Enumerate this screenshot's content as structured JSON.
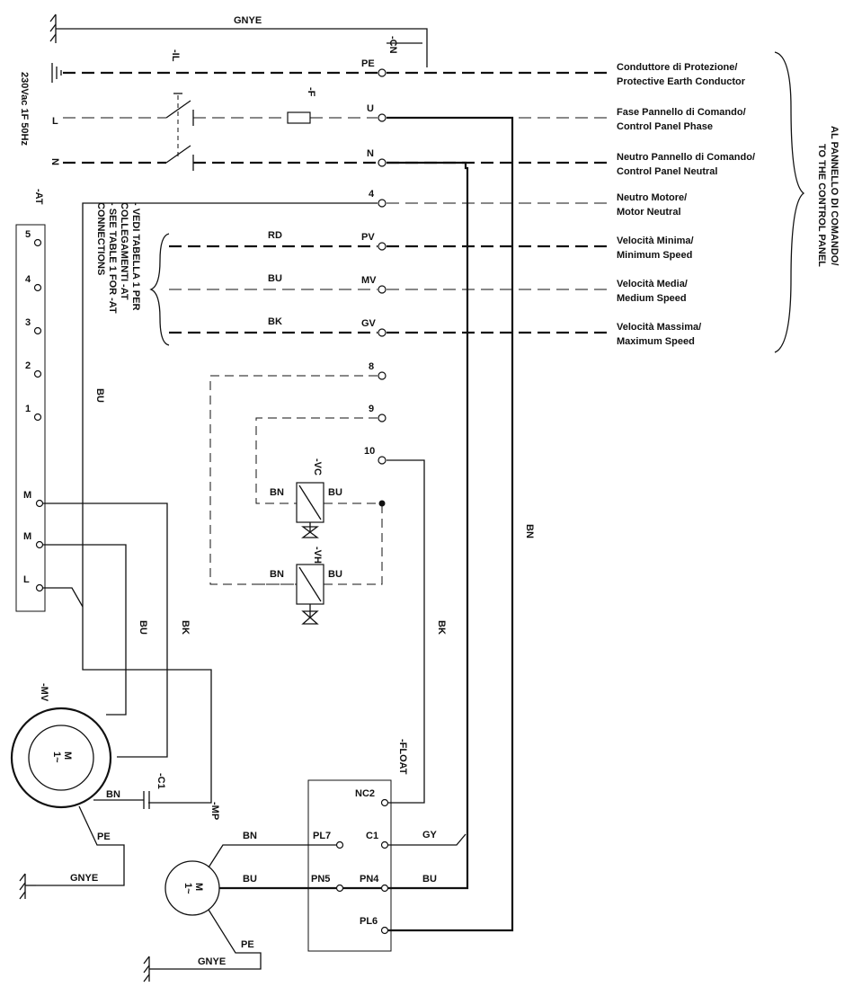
{
  "supply": "230Vac 1F 50Hz",
  "to_panel": [
    "AL PANNELLO DI COMANDO/",
    "TO THE CONTROL PANEL"
  ],
  "components": {
    "cn": "-CN",
    "il": "-IL",
    "f": "-F",
    "at": "-AT",
    "mv": "-MV",
    "c1": "-C1",
    "mp": "-MP",
    "float": "-FLOAT",
    "vc": "-VC",
    "vh": "-VH",
    "motor": "M",
    "phase": "1~"
  },
  "supply_lines": {
    "ground": "",
    "l": "L",
    "n": "N"
  },
  "terminals": [
    "PE",
    "U",
    "N",
    "4",
    "PV",
    "MV",
    "GV",
    "8",
    "9",
    "10"
  ],
  "descriptions": [
    [
      "Conduttore di Protezione/",
      "Protective Earth Conductor"
    ],
    [
      "Fase Pannello di Comando/",
      "Control Panel Phase"
    ],
    [
      "Neutro Pannello di Comando/",
      "Control Panel Neutral"
    ],
    [
      "Neutro Motore/",
      "Motor Neutral"
    ],
    [
      "Velocità Minima/",
      "Minimum Speed"
    ],
    [
      "Velocità Media/",
      "Medium Speed"
    ],
    [
      "Velocità Massima/",
      "Maximum Speed"
    ]
  ],
  "note": [
    "- VEDI TABELLA 1 PER",
    "COLLEGAMENTI -AT",
    "- SEE TABLE 1 FOR -AT",
    "CONNECTIONS"
  ],
  "at_terminals": [
    "5",
    "4",
    "3",
    "2",
    "1",
    "M",
    "M",
    "L"
  ],
  "float_terminals": [
    "NC2",
    "C1",
    "PL7",
    "PN5",
    "PN4",
    "PL6"
  ],
  "wire_colors": {
    "gnye": "GNYE",
    "rd": "RD",
    "bu": "BU",
    "bk": "BK",
    "bn": "BN",
    "gy": "GY",
    "pe": "PE"
  }
}
